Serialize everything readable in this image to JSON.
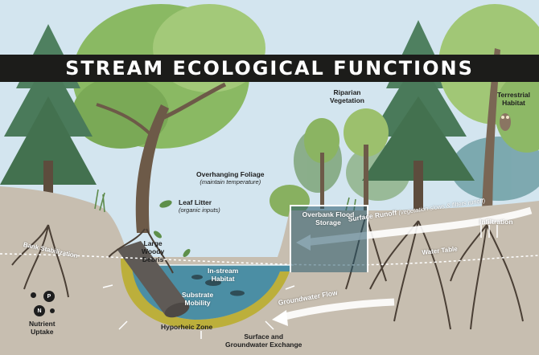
{
  "title": "STREAM ECOLOGICAL FUNCTIONS",
  "labels": {
    "riparian_vegetation": "Riparian\nVegetation",
    "terrestrial_habitat": "Terrestrial\nHabitat",
    "overhanging_foliage": "Overhanging Foliage",
    "overhanging_foliage_sub": "(maintain temperature)",
    "leaf_litter": "Leaf Litter",
    "leaf_litter_sub": "(organic inputs)",
    "large_woody_debris": "Large\nWoody\nDebris",
    "overbank_flood_storage": "Overbank Flood\nStorage",
    "surface_runoff": "Surface Runoff",
    "surface_runoff_sub": "(vegetation slows & filters runoff)",
    "infiltration": "Infiltration",
    "water_table": "Water Table",
    "bank_stabilization": "Bank Stabilization",
    "in_stream_habitat": "In-stream\nHabitat",
    "substrate_mobility": "Substrate\nMobility",
    "groundwater_flow": "Groundwater Flow",
    "hyporheic_zone": "Hyporheic Zone",
    "surface_groundwater_exchange": "Surface and\nGroundwater Exchange",
    "nutrient_uptake": "Nutrient\nUptake"
  },
  "nutrients": [
    "P",
    "N"
  ],
  "colors": {
    "sky": "#cfe3ee",
    "soil": "#c9c0b2",
    "water": "#4d8fa4",
    "hyporheic": "#b9ad3a",
    "title_bar": "#1c1c1a",
    "foliage": "#7fae5a",
    "conifer": "#4f7f5e",
    "trunk": "#6d5a48"
  }
}
